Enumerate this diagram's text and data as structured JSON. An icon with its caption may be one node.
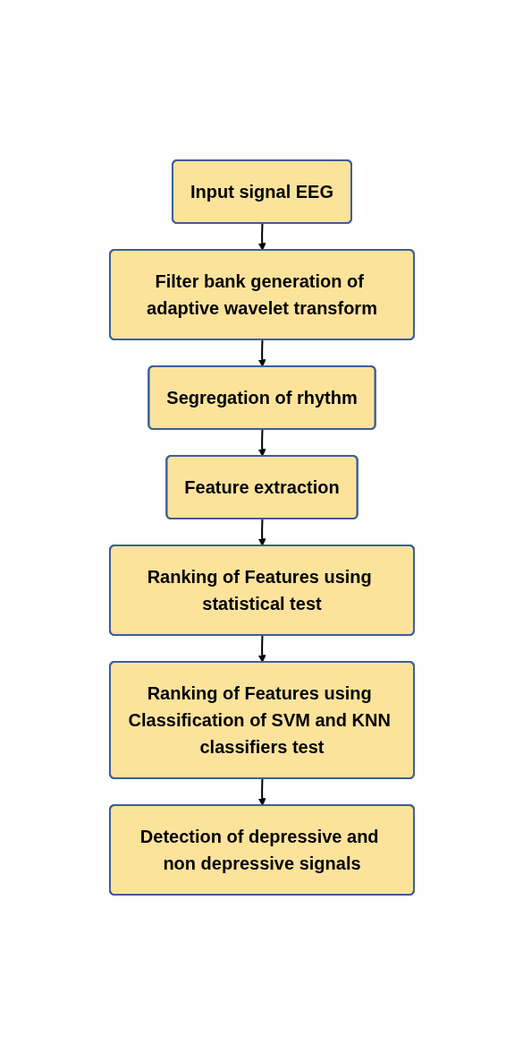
{
  "diagram": {
    "nodes": [
      {
        "text": [
          "Input signal EEG"
        ]
      },
      {
        "text": [
          "Filter bank generation of adaptive wavelet transform"
        ]
      },
      {
        "text": [
          "Segregation of rhythm"
        ]
      },
      {
        "text": [
          "Feature extraction"
        ]
      },
      {
        "text": [
          "Ranking of Features using statistical test"
        ]
      },
      {
        "text": [
          "Ranking of Features using Classification of SVM and KNN classifiers test"
        ]
      },
      {
        "text": [
          "Detection of depressive and non depressive signals"
        ]
      }
    ],
    "edges": [
      {
        "from": 0,
        "to": 1,
        "arrow": "to"
      },
      {
        "from": 1,
        "to": 2,
        "arrow": "to"
      },
      {
        "from": 2,
        "to": 3,
        "arrow": "to"
      },
      {
        "from": 3,
        "to": 4,
        "arrow": "to"
      },
      {
        "from": 4,
        "to": 5,
        "arrow": "to"
      },
      {
        "from": 5,
        "to": 6,
        "arrow": "to"
      }
    ]
  }
}
